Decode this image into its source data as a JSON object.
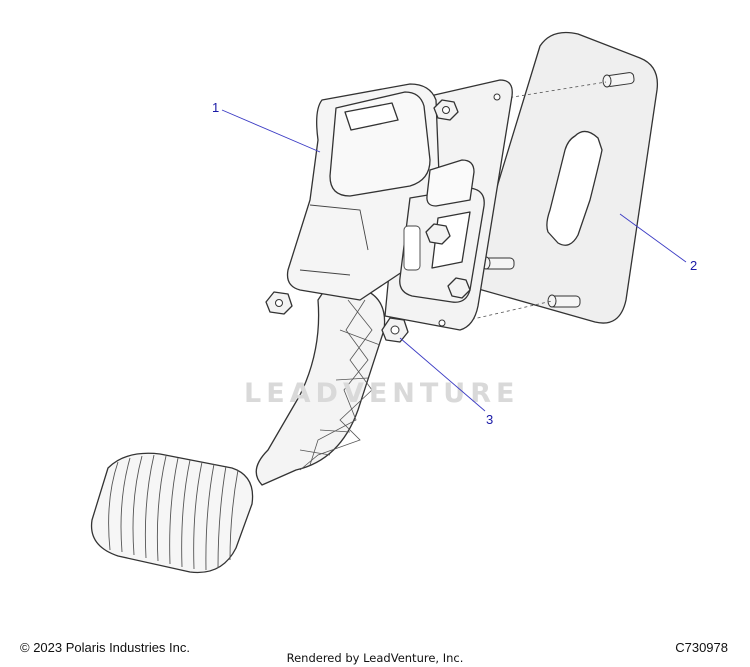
{
  "callouts": [
    {
      "label": "1",
      "part": "pedal-assembly"
    },
    {
      "label": "2",
      "part": "spacer-plate"
    },
    {
      "label": "3",
      "part": "flange-nut"
    }
  ],
  "watermark": "LEADVENTURE",
  "footer": {
    "copyright": "© 2023 Polaris Industries Inc.",
    "rendered_by": "Rendered by LeadVenture, Inc.",
    "drawing_number": "C730978"
  },
  "colors": {
    "callout_text": "#1a1aa6",
    "leader_line": "#3b3bc4",
    "part_fill": "#f2f2f2",
    "part_outline": "#333333"
  }
}
